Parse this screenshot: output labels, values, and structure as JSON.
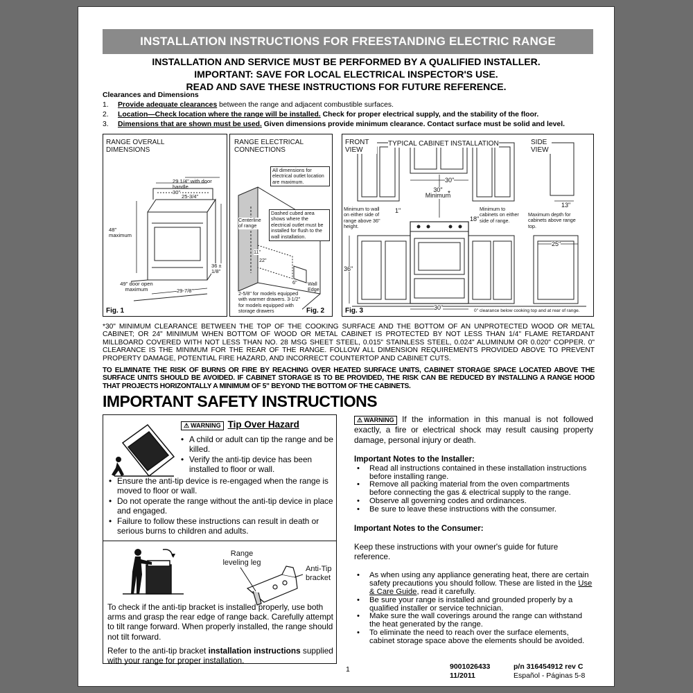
{
  "banner": "INSTALLATION INSTRUCTIONS FOR FREESTANDING ELECTRIC RANGE",
  "headings": [
    "INSTALLATION AND SERVICE MUST BE PERFORMED BY A QUALIFIED INSTALLER.",
    "IMPORTANT: SAVE FOR LOCAL ELECTRICAL INSPECTOR'S USE.",
    "READ AND SAVE THESE INSTRUCTIONS FOR FUTURE REFERENCE."
  ],
  "clearances": {
    "title": "Clearances and Dimensions",
    "items": [
      {
        "num": "1.",
        "lead": "Provide adequate clearances",
        "rest": " between the range and adjacent combustible surfaces."
      },
      {
        "num": "2.",
        "lead": "Location—Check location where the range will be installed.",
        "rest": " Check for proper electrical supply, and the stability of the floor."
      },
      {
        "num": "3.",
        "lead": "Dimensions that are shown must be used.",
        "rest": " Given dimensions provide minimum clearance. Contact surface must be solid and level."
      }
    ]
  },
  "fig1": {
    "title": "RANGE OVERALL DIMENSIONS",
    "dim_width": "30\"",
    "dim_handle": "29 1/4\" with door handle",
    "dim_depth": "25-3/4\"",
    "dim_height": "48\" maximum",
    "dim_cook": "36 ± 1/8\"",
    "dim_door": "49\" door open maximum",
    "dim_base": "29-7/8\"",
    "label": "Fig. 1"
  },
  "fig2": {
    "title": "RANGE ELECTRICAL CONNECTIONS",
    "note1": "All dimensions for electrical outlet location are maximum.",
    "center": "Centerline of range",
    "note2": "Dashed cubed area shows where the electrical outlet must be installed for flush to the wall installation.",
    "d1": "11\"",
    "d2": "22\"",
    "d3": "6\"",
    "wall": "Wall Edge",
    "note3": "2-5/8\" for models equipped with warmer drawers. 3-1/2\" for models equipped with storage drawers",
    "label": "Fig. 2"
  },
  "fig3": {
    "front": "FRONT VIEW",
    "title": "TYPICAL CABINET INSTALLATION",
    "side": "SIDE VIEW",
    "d30top": "30\"",
    "d30min": "30\" Minimum",
    "star": "*",
    "left_note": "Minimum to wall on either side of range above 36\" height.",
    "one_inch": "1\"",
    "d18": "18\"",
    "right_note": "Minimum to cabinets on either side of range.",
    "d13": "13\"",
    "side_note": "Maximum depth for cabinets above range top.",
    "d36": "36\"",
    "d25": "25\"",
    "d30bottom": "30\"",
    "zero_note": "0\" clearance below cooking top and at rear of range.",
    "label": "Fig. 3"
  },
  "notes": {
    "p1": "*30\" MINIMUM CLEARANCE BETWEEN THE TOP OF THE COOKING SURFACE AND THE BOTTOM OF AN UNPROTECTED WOOD OR METAL CABINET; OR 24\" MINIMUM WHEN BOTTOM OF WOOD OR METAL CABINET IS PROTECTED BY NOT LESS THAN 1/4\" FLAME RETARDANT MILLBOARD COVERED WITH NOT LESS THAN NO. 28 MSG SHEET STEEL, 0.015\" STAINLESS STEEL, 0.024\" ALUMINUM OR 0.020\" COPPER. 0\" CLEARANCE IS THE MINIMUM FOR THE REAR OF THE RANGE. FOLLOW ALL DIMENSION REQUIREMENTS PROVIDED ABOVE TO PREVENT PROPERTY DAMAGE, POTENTIAL FIRE HAZARD, AND INCORRECT COUNTERTOP AND CABINET CUTS.",
    "p2": "TO ELIMINATE THE RISK OF BURNS OR FIRE BY REACHING OVER HEATED SURFACE UNITS, CABINET STORAGE SPACE LOCATED ABOVE THE SURFACE UNITS SHOULD BE AVOIDED. IF CABINET STORAGE IS TO BE PROVIDED, THE RISK CAN BE REDUCED BY INSTALLING A RANGE HOOD THAT PROJECTS HORIZONTALLY A MINIMUM OF 5\" BEYOND THE BOTTOM OF THE CABINETS."
  },
  "safety_title": "IMPORTANT SAFETY INSTRUCTIONS",
  "left": {
    "warning": "WARNING",
    "tip_title": "Tip Over Hazard",
    "b1": "A child or adult can tip the range and be killed.",
    "b2": "Verify the anti-tip device has been installed to floor or wall.",
    "b3": "Ensure the anti-tip device is re-engaged when the range is moved to floor or wall.",
    "b4": "Do not operate the range without the anti-tip device in place and engaged.",
    "b5": "Failure to follow these instructions can result in death or serious burns to children and adults.",
    "leg_label": "Range leveling leg",
    "bracket_label": "Anti-Tip bracket",
    "check": "To check if the anti-tip bracket is installed properly, use both arms and grasp the rear edge of range back. Carefully attempt to tilt range forward. When properly installed, the range should not tilt forward.",
    "refer_pre": "Refer to the anti-tip bracket ",
    "refer_bold": "installation instructions",
    "refer_post": " supplied with your range for proper installation."
  },
  "right": {
    "warning": "WARNING",
    "warn_text": " If the information in this manual is not followed exactly, a fire or electrical shock may result causing property damage, personal injury or death.",
    "installer_title": "Important Notes to the Installer:",
    "installer": [
      "Read all instructions contained in these installation instructions before installing range.",
      "Remove all packing material from the oven compartments before connecting the gas & electrical supply to the range.",
      "Observe all governing codes and ordinances.",
      "Be sure to leave these instructions with the consumer."
    ],
    "consumer_title": "Important Notes to the Consumer:",
    "consumer_intro": "Keep these instructions with your owner's guide for future reference.",
    "c1_pre": "As when using any appliance generating heat, there are certain safety precautions you should follow. These are listed in the ",
    "c1_link": "Use & Care Guide",
    "c1_post": ", read it carefully.",
    "c2": "Be sure your range is installed and grounded properly by a qualified installer or service technician.",
    "c3": "Make sure the wall coverings around the range can withstand the heat generated by the range.",
    "c4": "To eliminate the need to reach over the surface elements, cabinet storage space above the elements should be avoided."
  },
  "footer": {
    "page": "1",
    "part": "9001026433",
    "date": "11/2011",
    "pn": "p/n 316454912 rev C",
    "lang": "Español - Páginas 5-8"
  },
  "bullet": "•"
}
